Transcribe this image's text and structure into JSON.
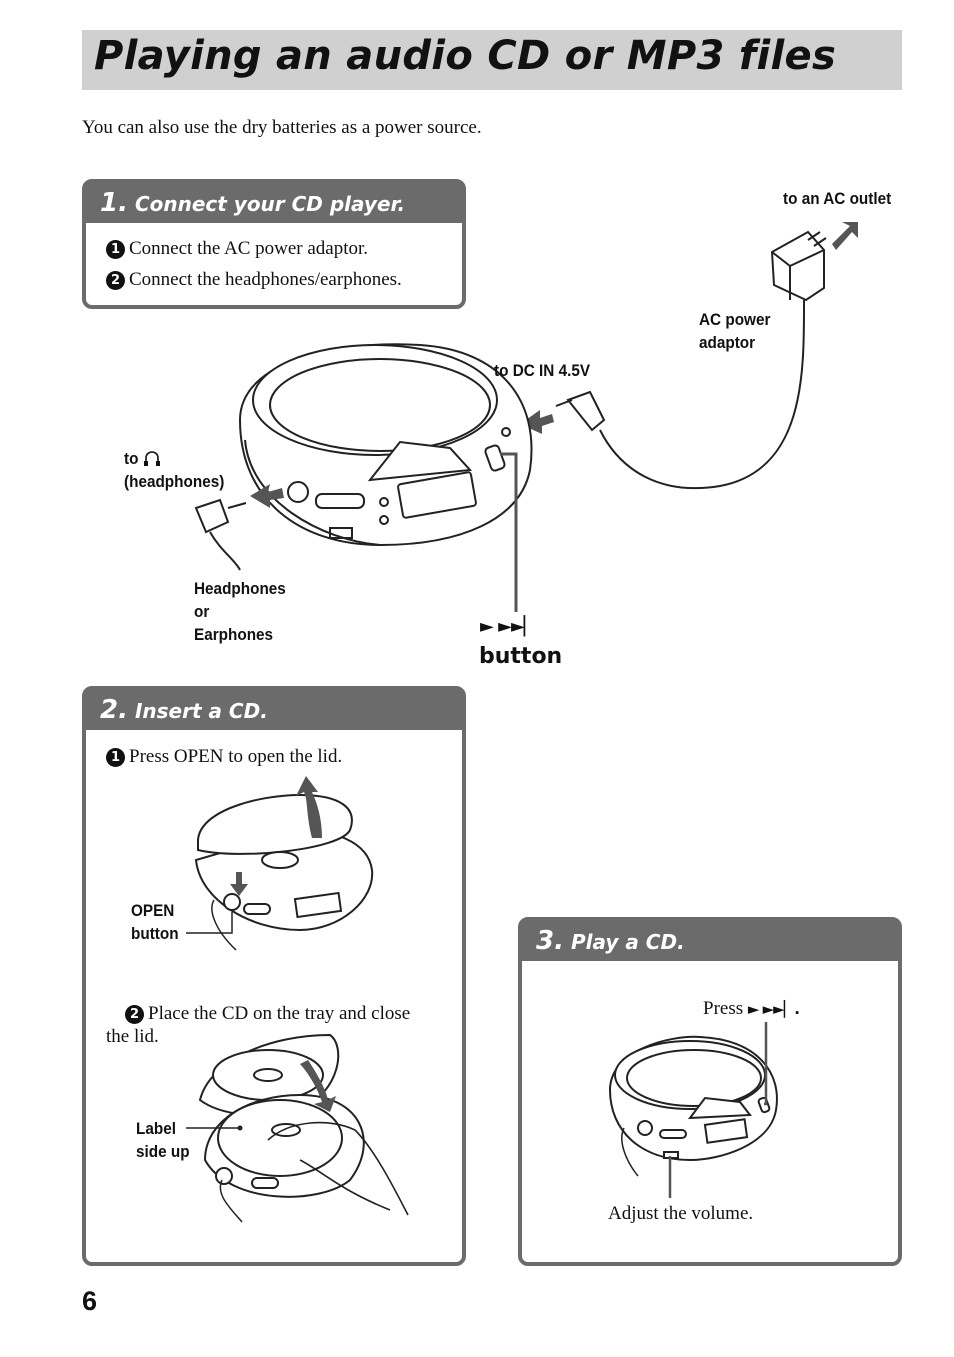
{
  "title": "Playing an audio CD or MP3 files",
  "intro": "You can also use the dry batteries as a power source.",
  "section1": {
    "number": "1.",
    "heading": "Connect your CD player.",
    "steps": [
      {
        "marker": "1",
        "text": "Connect the AC power adaptor."
      },
      {
        "marker": "2",
        "text": "Connect the headphones/earphones."
      }
    ],
    "labels": {
      "ac_outlet": "to an AC outlet",
      "ac_adaptor": "AC power\nadaptor",
      "dc_in": "to DC IN 4.5V",
      "headphones_jack": "to  \n(headphones)",
      "headphones": "Headphones\nor\nEarphones",
      "play_button_symbol": "► ►►▏",
      "play_button_word": "button"
    }
  },
  "section2": {
    "number": "2.",
    "heading": "Insert a CD.",
    "steps": [
      {
        "marker": "1",
        "text": "Press OPEN to open the lid."
      },
      {
        "marker": "2",
        "text": "Place the CD on the tray and close\nthe lid."
      }
    ],
    "labels": {
      "open_button": "OPEN\nbutton",
      "label_side": "Label\nside up"
    }
  },
  "section3": {
    "number": "3.",
    "heading": "Play a CD.",
    "press": "Press",
    "press_symbol": "► ►►▏.",
    "adjust": "Adjust the volume."
  },
  "page_number": "6"
}
